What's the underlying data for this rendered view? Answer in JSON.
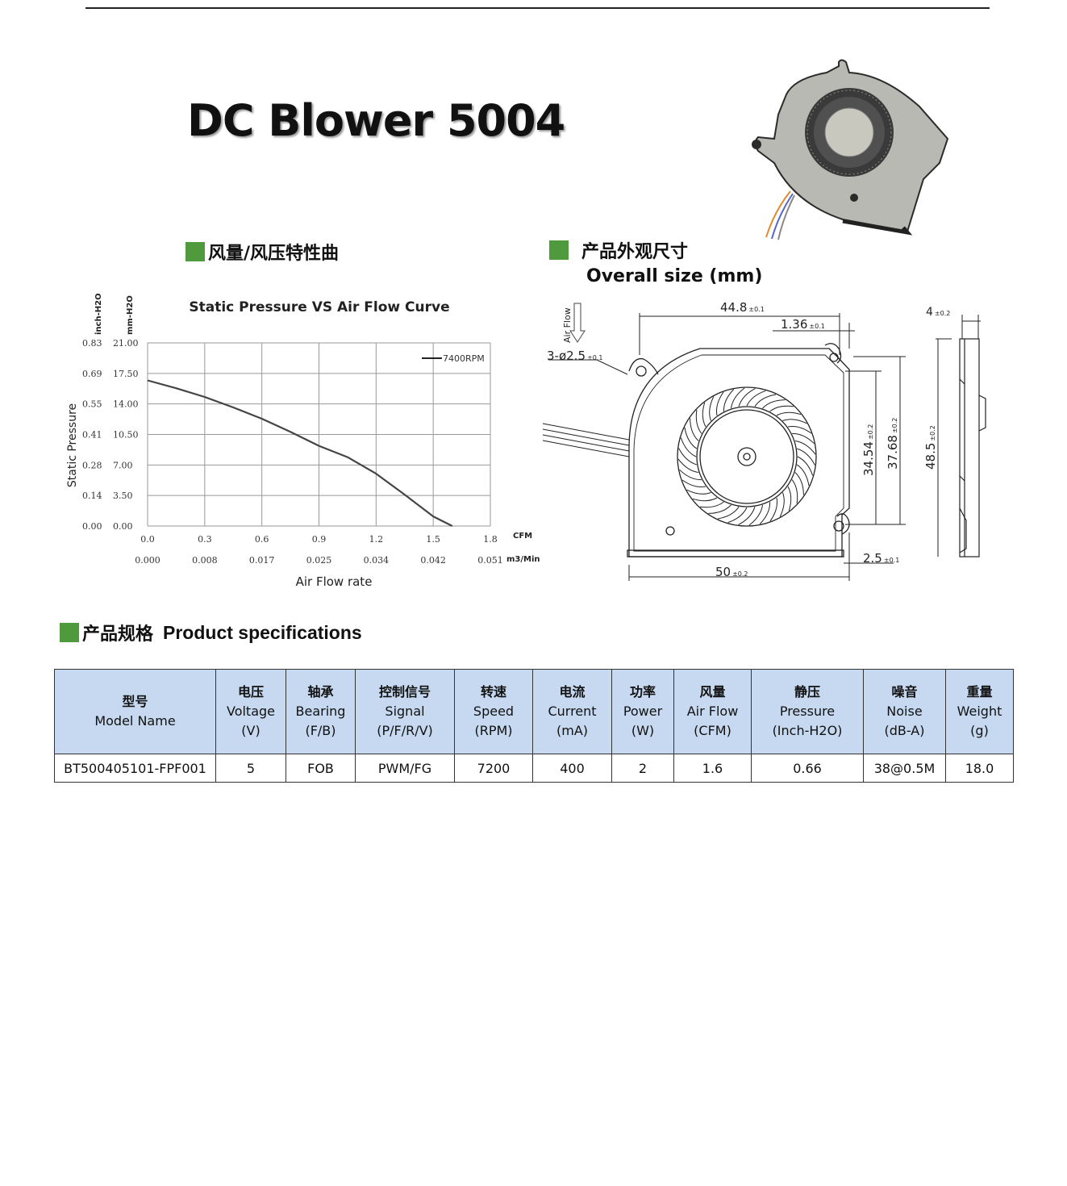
{
  "title": "DC Blower 5004",
  "sections": {
    "curve": "风量/风压特性曲",
    "size_cn": "产品外观尺寸",
    "size_en": "Overall size (mm)",
    "spec_cn": "产品规格",
    "spec_en": "Product specifications"
  },
  "chart_data": {
    "type": "line",
    "title": "Static Pressure VS Air Flow Curve",
    "xlabel": "Air Flow rate",
    "ylabel": "Static Pressure",
    "y_unit_inch": "inch-H2O",
    "y_unit_mm": "mm-H2O",
    "x_unit_cfm": "CFM",
    "x_unit_m3": "m3/Min",
    "x_ticks_cfm": [
      "0.0",
      "0.3",
      "0.6",
      "0.9",
      "1.2",
      "1.5",
      "1.8"
    ],
    "x_ticks_m3": [
      "0.000",
      "0.008",
      "0.017",
      "0.025",
      "0.034",
      "0.042",
      "0.051"
    ],
    "y_ticks_mm": [
      "0.00",
      "3.50",
      "7.00",
      "10.50",
      "14.00",
      "17.50",
      "21.00"
    ],
    "y_ticks_inch": [
      "0.00",
      "0.14",
      "0.28",
      "0.41",
      "0.55",
      "0.69",
      "0.83"
    ],
    "xlim": [
      0,
      1.8
    ],
    "ylim": [
      0,
      21
    ],
    "grid": true,
    "legend_position": "top-right",
    "series": [
      {
        "name": "7400RPM",
        "x": [
          0,
          0.15,
          0.3,
          0.45,
          0.6,
          0.75,
          0.9,
          1.05,
          1.2,
          1.35,
          1.5,
          1.6
        ],
        "y": [
          16.7,
          15.8,
          14.8,
          13.6,
          12.3,
          10.8,
          9.2,
          7.9,
          6.0,
          3.6,
          1.1,
          0
        ]
      }
    ]
  },
  "dimensions": {
    "airflow": "Air Flow",
    "holes": "3-ø2.5",
    "holes_tol": "±0.1",
    "width_top": "44.8",
    "width_top_tol": "±0.1",
    "offset_top": "1.36",
    "offset_top_tol": "±0.1",
    "height_a": "34.54",
    "height_a_tol": "±0.2",
    "height_b": "37.68",
    "height_b_tol": "±0.2",
    "height_total": "48.5",
    "height_total_tol": "±0.2",
    "thickness": "4",
    "thickness_tol": "±0.2",
    "width_total": "50",
    "width_total_tol": "±0.2",
    "offset_bottom": "2.5",
    "offset_bottom_tol": "±0.1"
  },
  "table": {
    "headers": [
      {
        "cn": "型号",
        "en": "Model Name",
        "unit": ""
      },
      {
        "cn": "电压",
        "en": "Voltage",
        "unit": "(V)"
      },
      {
        "cn": "轴承",
        "en": "Bearing",
        "unit": "(F/B)"
      },
      {
        "cn": "控制信号",
        "en": "Signal",
        "unit": "(P/F/R/V)"
      },
      {
        "cn": "转速",
        "en": "Speed",
        "unit": "(RPM)"
      },
      {
        "cn": "电流",
        "en": "Current",
        "unit": "(mA)"
      },
      {
        "cn": "功率",
        "en": "Power",
        "unit": "(W)"
      },
      {
        "cn": "风量",
        "en": "Air Flow",
        "unit": "(CFM)"
      },
      {
        "cn": "静压",
        "en": "Pressure",
        "unit": "(Inch-H2O)"
      },
      {
        "cn": "噪音",
        "en": "Noise",
        "unit": "(dB-A)"
      },
      {
        "cn": "重量",
        "en": "Weight",
        "unit": "(g)"
      }
    ],
    "rows": [
      [
        "BT500405101-FPF001",
        "5",
        "FOB",
        "PWM/FG",
        "7200",
        "400",
        "2",
        "1.6",
        "0.66",
        "38@0.5M",
        "18.0"
      ]
    ]
  }
}
